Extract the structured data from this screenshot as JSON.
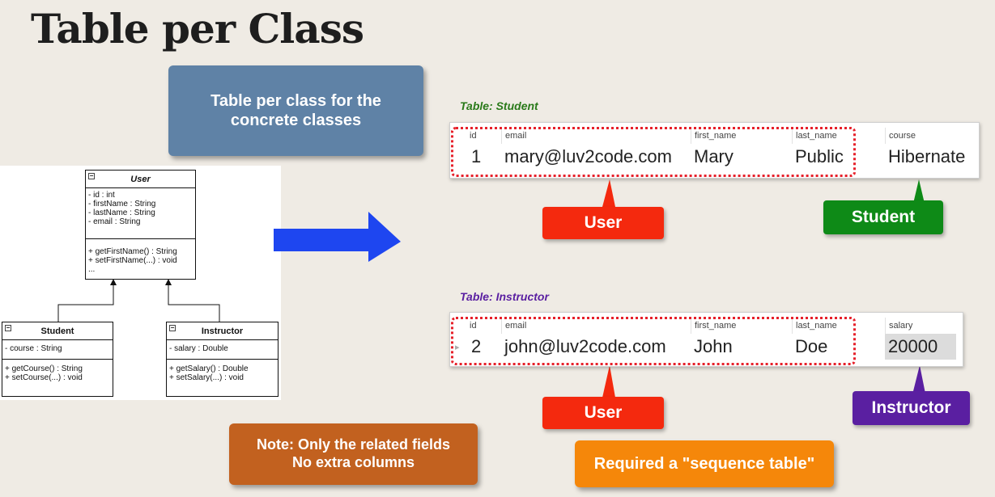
{
  "title": "Table per Class",
  "callouts": {
    "concrete": "Table per class for the concrete classes",
    "note_line1": "Note: Only the related fields",
    "note_line2": "No extra columns",
    "sequence": "Required a \"sequence table\""
  },
  "uml": {
    "collapse_glyph": "⊟",
    "user": {
      "name": "User",
      "attributes": [
        "- id : int",
        "- firstName : String",
        "- lastName : String",
        "- email : String"
      ],
      "methods": [
        "+ getFirstName() : String",
        "+ setFirstName(...) : void",
        "..."
      ]
    },
    "student": {
      "name": "Student",
      "attributes": [
        "- course : String"
      ],
      "methods": [
        "+ getCourse() : String",
        "+ setCourse(...) : void"
      ]
    },
    "instructor": {
      "name": "Instructor",
      "attributes": [
        "- salary : Double"
      ],
      "methods": [
        "+ getSalary() : Double",
        "+ setSalary(...) : void"
      ]
    }
  },
  "student_table": {
    "label": "Table: Student",
    "label_color": "#2a7a1a",
    "columns": [
      "id",
      "email",
      "first_name",
      "last_name",
      "course"
    ],
    "row": [
      "1",
      "mary@luv2code.com",
      "Mary",
      "Public",
      "Hibernate"
    ],
    "tags": {
      "inherited": "User",
      "own": "Student"
    }
  },
  "instructor_table": {
    "label": "Table: Instructor",
    "label_color": "#5a1fa1",
    "columns": [
      "id",
      "email",
      "first_name",
      "last_name",
      "salary"
    ],
    "row": [
      "2",
      "john@luv2code.com",
      "John",
      "Doe",
      "20000"
    ],
    "row_marker": "▸",
    "tags": {
      "inherited": "User",
      "own": "Instructor"
    }
  },
  "colors": {
    "arrow": "#1e46f0",
    "highlight": "#e6202a",
    "red_tag": "#f4290e",
    "green_tag": "#0e8a17",
    "purple_tag": "#5a1fa1"
  }
}
